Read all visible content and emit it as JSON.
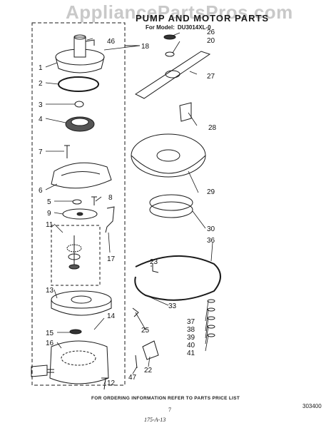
{
  "watermark": "AppliancePartsPros.com",
  "title": "PUMP AND MOTOR PARTS",
  "model_label": "For Model:",
  "model_number": "DU3014XL-0",
  "footer_note": "FOR ORDERING INFORMATION REFER TO PARTS PRICE LIST",
  "page_number": "7",
  "document_code": "303400",
  "handwritten_note": "175-A-13",
  "callouts": {
    "c1": "1",
    "c2": "2",
    "c3": "3",
    "c4": "4",
    "c5": "5",
    "c6": "6",
    "c7": "7",
    "c8": "8",
    "c9": "9",
    "c11": "11",
    "c12": "12",
    "c13": "13",
    "c14": "14",
    "c15": "15",
    "c16": "16",
    "c17": "17",
    "c18": "18",
    "c20": "20",
    "c22": "22",
    "c23": "23",
    "c25": "25",
    "c26": "26",
    "c27": "27",
    "c28": "28",
    "c29": "29",
    "c30": "30",
    "c33": "33",
    "c36": "36",
    "c37": "37",
    "c38": "38",
    "c39": "39",
    "c40": "40",
    "c41": "41",
    "c46": "46",
    "c47": "47"
  }
}
